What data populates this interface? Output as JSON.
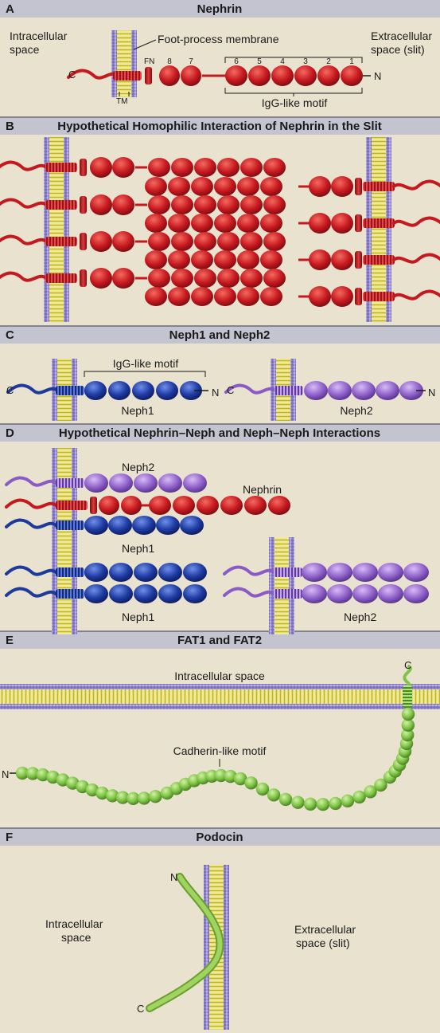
{
  "panels": [
    {
      "letter": "A",
      "title": "Nephrin"
    },
    {
      "letter": "B",
      "title": "Hypothetical Homophilic Interaction of Nephrin in the Slit"
    },
    {
      "letter": "C",
      "title": "Neph1 and Neph2"
    },
    {
      "letter": "D",
      "title": "Hypothetical Nephrin–Neph and Neph–Neph Interactions"
    },
    {
      "letter": "E",
      "title": "FAT1 and FAT2"
    },
    {
      "letter": "F",
      "title": "Podocin"
    }
  ],
  "labels": {
    "a_intra_1": "Intracellular",
    "a_intra_2": "space",
    "a_membrane": "Foot-process membrane",
    "a_extra_1": "Extracellular",
    "a_extra_2": "space (slit)",
    "a_tm": "TM",
    "a_fn": "FN",
    "a_domains": [
      "8",
      "7",
      "6",
      "5",
      "4",
      "3",
      "2",
      "1"
    ],
    "a_igg": "IgG-like motif",
    "c_igg": "IgG-like motif",
    "c_neph1": "Neph1",
    "c_neph2": "Neph2",
    "d_neph2_top": "Neph2",
    "d_nephrin": "Nephrin",
    "d_neph1_mid": "Neph1",
    "d_neph1_bot": "Neph1",
    "d_neph2_bot": "Neph2",
    "e_intra": "Intracellular space",
    "e_cadherin": "Cadherin-like motif",
    "f_intra_1": "Intracellular",
    "f_intra_2": "space",
    "f_extra_1": "Extracellular",
    "f_extra_2": "space (slit)",
    "term_c": "C",
    "term_n": "N"
  },
  "colors": {
    "background": "#e9e2cf",
    "nephrin": "#c41a1f",
    "neph1": "#1d3a9c",
    "neph2": "#8a5bc4",
    "fat": "#7fc447",
    "podocin": "#8cc84d",
    "membrane_head": "#8c80c8",
    "membrane_core": "#e4dc4a"
  }
}
